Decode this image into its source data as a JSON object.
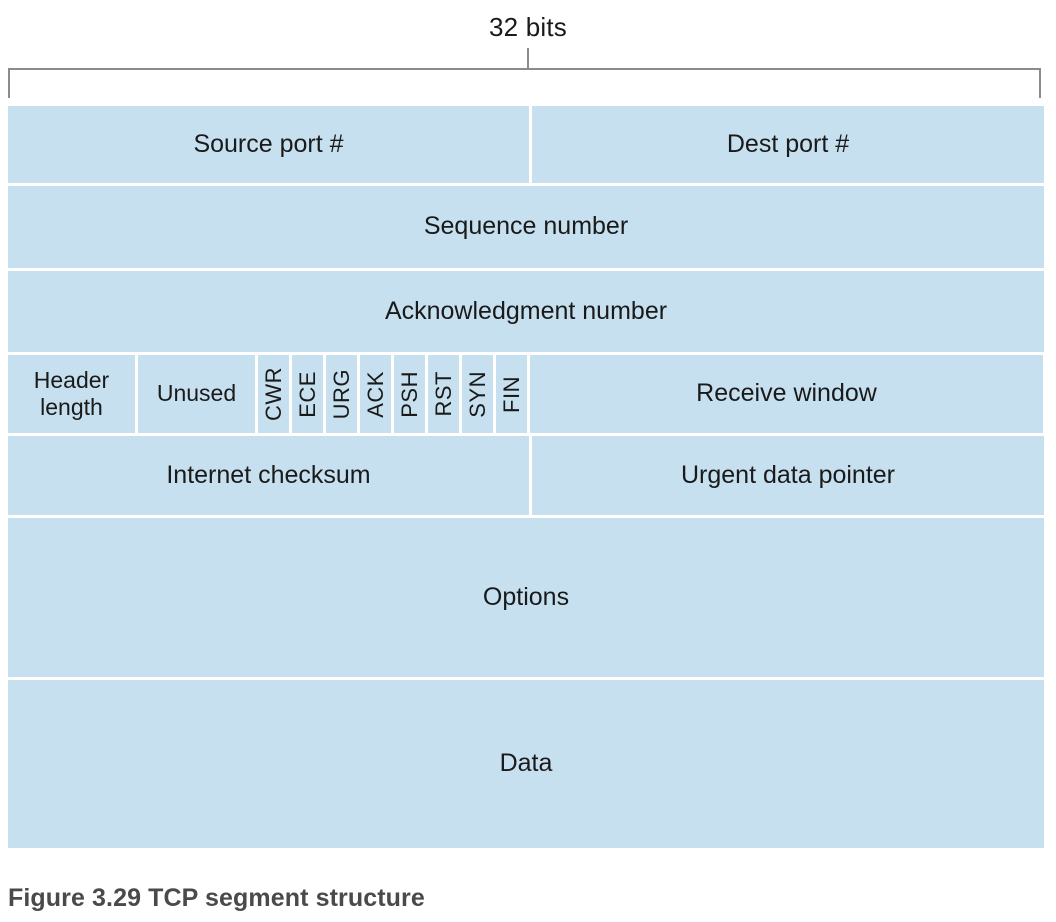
{
  "figure": {
    "width_label": "32 bits",
    "caption": "Figure 3.29 TCP segment structure",
    "cell_fill_color": "#c6e0ef",
    "text_color": "#1a1a1a",
    "caption_color": "#4a4a4a",
    "bracket_color": "#8b8b8b"
  },
  "rows": {
    "ports": {
      "source_port": "Source port #",
      "dest_port": "Dest port #"
    },
    "sequence": {
      "label": "Sequence number"
    },
    "acknowledgment": {
      "label": "Acknowledgment number"
    },
    "flags_row": {
      "header_length_line1": "Header",
      "header_length_line2": "length",
      "unused": "Unused",
      "flags": [
        "CWR",
        "ECE",
        "URG",
        "ACK",
        "PSH",
        "RST",
        "SYN",
        "FIN"
      ],
      "receive_window": "Receive window"
    },
    "checksum_row": {
      "internet_checksum": "Internet checksum",
      "urgent_data_pointer": "Urgent data pointer"
    },
    "options": {
      "label": "Options"
    },
    "data": {
      "label": "Data"
    }
  }
}
